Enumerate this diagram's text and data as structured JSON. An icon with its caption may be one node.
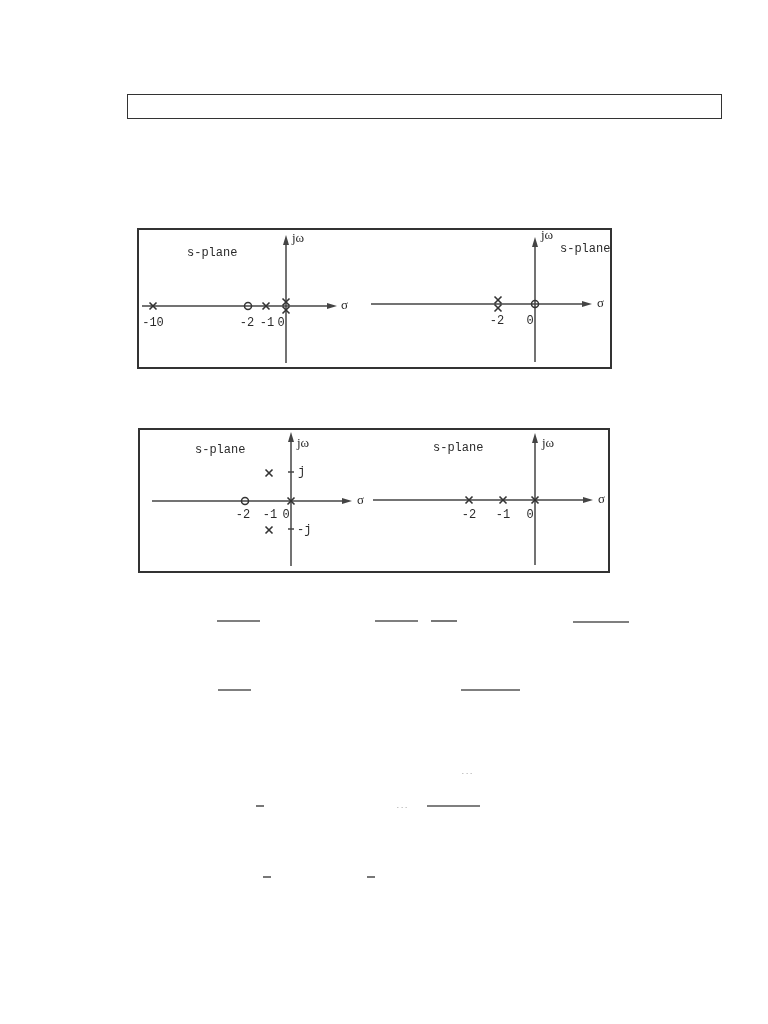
{
  "diagram": {
    "labels": [
      "jω",
      "jω",
      "s-plane",
      "s-plane",
      "σ",
      "σ",
      "-10",
      "-2",
      "-1",
      "0",
      "-2",
      "0",
      "s-plane",
      "jω",
      "s-plane",
      "jω",
      "j",
      "σ",
      "σ",
      "-2",
      "-1",
      "0",
      "-2",
      "-1",
      "0",
      "-j",
      "...",
      "..."
    ]
  }
}
